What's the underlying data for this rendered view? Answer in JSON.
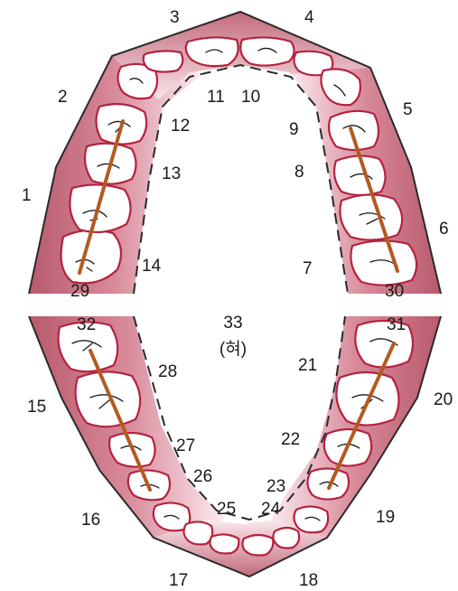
{
  "diagram": {
    "center_number": "33",
    "center_sub": "(혀)",
    "area_numbers": [
      "1",
      "2",
      "3",
      "4",
      "5",
      "6",
      "7",
      "8",
      "9",
      "10",
      "11",
      "12",
      "13",
      "14",
      "15",
      "16",
      "17",
      "18",
      "19",
      "20",
      "21",
      "22",
      "23",
      "24",
      "25",
      "26",
      "27",
      "28"
    ],
    "bar_numbers": [
      "29",
      "30",
      "31",
      "32"
    ],
    "colors": {
      "gum_edge": "#fbeaee",
      "gum_mid": "#d7899a",
      "gum_deep": "#b85a6c",
      "tooth_outline": "#b5223f",
      "bar": "#b35a1f"
    }
  }
}
